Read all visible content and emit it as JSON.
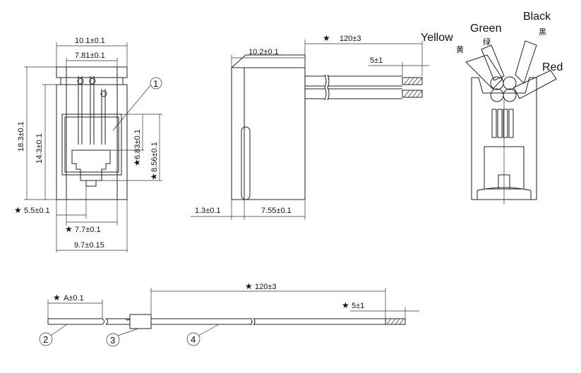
{
  "dims": {
    "w101": "10.1±0.1",
    "w781": "7.81±0.1",
    "h183": "18.3±0.1",
    "h143": "14.3±0.1",
    "h683": "6.83±0.1",
    "h856": "8.56±0.1",
    "w55": "5.5±0.1",
    "w77": "7.7±0.1",
    "w97": "9.7±0.15",
    "w102": "10.2±0.1",
    "len120a": "120±3",
    "strip5a": "5±1",
    "w13": "1.3±0.1",
    "w755": "7.55±0.1",
    "lenA": "A±0.1",
    "len120b": "120±3",
    "strip5b": "5±1"
  },
  "callouts": {
    "c1": "1",
    "c2": "2",
    "c3": "3",
    "c4": "4"
  },
  "wires": {
    "yellow": "Yellow",
    "yellow_cn": "黄",
    "green": "Green",
    "green_cn": "绿",
    "black": "Black",
    "black_cn": "黑",
    "red": "Red"
  },
  "star_symbol": "★"
}
